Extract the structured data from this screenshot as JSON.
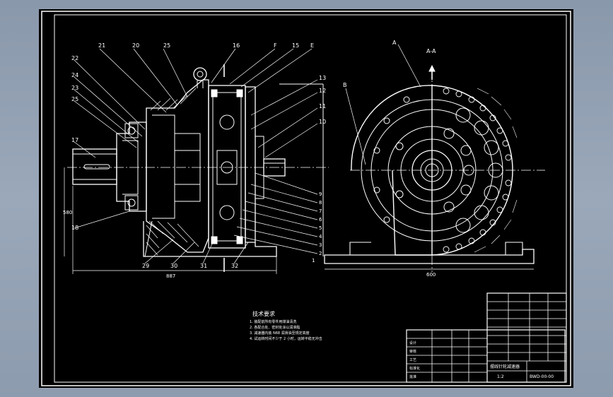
{
  "drawing": {
    "views": [
      "section-view",
      "end-view"
    ],
    "section_label": "A-A",
    "notes_title": "技术要求",
    "notes": [
      "1. 装配前所有零件用煤油清洗",
      "2. 各配合处、密封处涂以润滑脂",
      "3. 减速器内装 N68 润滑油至规定高度",
      "4. 试运转时间不少于 2 小时，运转平稳无冲击"
    ],
    "balloons_left_top": [
      "21",
      "20",
      "25",
      "16",
      "F",
      "15",
      "E"
    ],
    "balloons_left_side": [
      "22",
      "24",
      "23",
      "25",
      "17"
    ],
    "balloons_right_side": [
      "13",
      "12",
      "11",
      "10",
      "9",
      "8",
      "7",
      "6",
      "5",
      "4",
      "3",
      "2",
      "1"
    ],
    "balloons_bottom": [
      "29",
      "30",
      "31",
      "32"
    ],
    "balloon_left_low": "18",
    "balloon_end": [
      "A",
      "B"
    ],
    "dims": {
      "overall_length": "887",
      "height": "580",
      "base_width": "600"
    },
    "title_block": {
      "rows": [
        "设计",
        "审核",
        "工艺",
        "标准化",
        "批准"
      ],
      "name": "摆线针轮减速器",
      "code": "BWD-00-00",
      "scale": "1:2"
    }
  }
}
